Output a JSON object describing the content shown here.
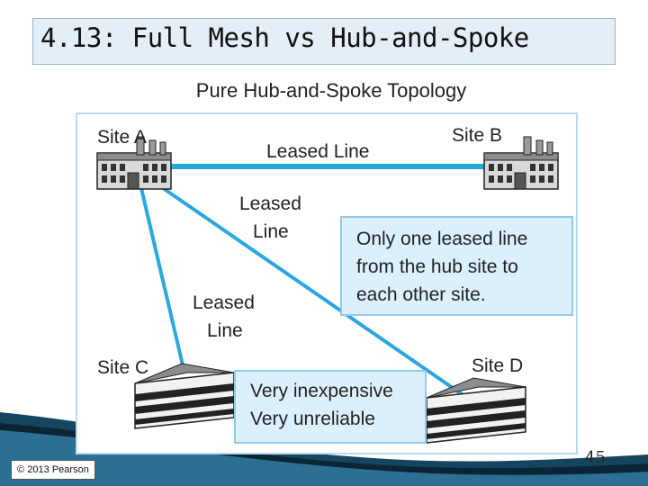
{
  "slide": {
    "title": "4.13: Full Mesh vs Hub-and-Spoke",
    "page_number": "45",
    "copyright": "© 2013 Pearson"
  },
  "diagram": {
    "subtitle": "Pure Hub-and-Spoke Topology",
    "sites": {
      "a": "Site A",
      "b": "Site B",
      "c": "Site C",
      "d": "Site D"
    },
    "links": {
      "ab_label": "Leased Line",
      "ad_label_1": "Leased",
      "ad_label_2": "Line",
      "ac_label_1": "Leased",
      "ac_label_2": "Line"
    },
    "callout_top": [
      "Only one leased line",
      "from the hub site to",
      "each other site."
    ],
    "callout_bottom": [
      "Very inexpensive",
      "Very unreliable"
    ]
  },
  "colors": {
    "link": "#2aa7e0",
    "panel_border": "#b7dbee",
    "callout_fill": "#dcf0fb",
    "title_fill": "#e4eef6"
  }
}
